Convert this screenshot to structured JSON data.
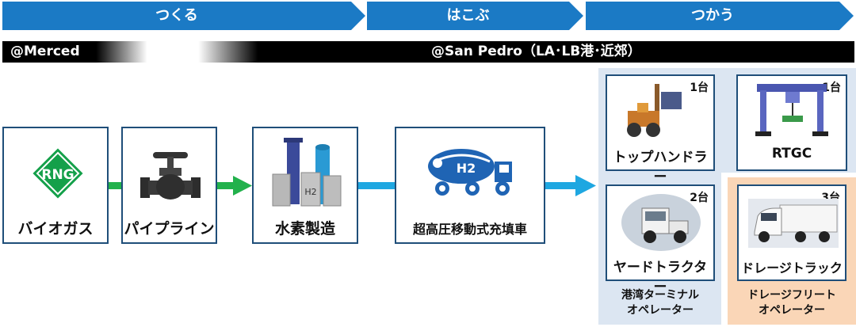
{
  "phases": [
    {
      "label": "つくる",
      "color": "#1b7ac5"
    },
    {
      "label": "はこぶ",
      "color": "#1b7ac5"
    },
    {
      "label": "つかう",
      "color": "#1b7ac5"
    }
  ],
  "locations": {
    "left": "@Merced",
    "right": "@San Pedro（LA･LB港･近郊）"
  },
  "process": [
    {
      "label": "バイオガス",
      "icon": "rng-logo"
    },
    {
      "label": "パイプライン",
      "icon": "valve-icon"
    },
    {
      "label": "水素製造",
      "icon": "hydrogen-plant-icon"
    },
    {
      "label": "超高圧移動式充填車",
      "icon": "h2-tanker-truck-icon",
      "tank_text": "H2"
    }
  ],
  "rng_logo_text": "RNG",
  "plant_tank_text": "H2",
  "vehicles": [
    {
      "label": "トップハンドラー",
      "count": "1台"
    },
    {
      "label": "RTGC",
      "count": "1台"
    },
    {
      "label": "ヤードトラクター",
      "count": "2台"
    },
    {
      "label": "ドレージトラック",
      "count": "3台"
    }
  ],
  "operators": {
    "port": [
      "港湾ターミナル",
      "オペレーター"
    ],
    "fleet": [
      "ドレージフリート",
      "オペレーター"
    ]
  },
  "colors": {
    "accent_blue": "#1b7ac5",
    "green_arrow": "#22b14c",
    "cyan_arrow": "#1ea7e1",
    "box_border": "#1f4e79",
    "port_bg": "#dce6f2",
    "fleet_bg": "#fad6b7"
  }
}
